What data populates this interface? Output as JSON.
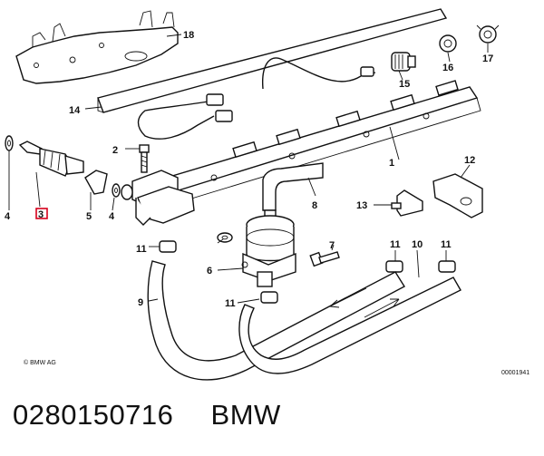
{
  "callouts": [
    "1",
    "2",
    "3",
    "4",
    "4",
    "5",
    "6",
    "7",
    "8",
    "9",
    "10",
    "11",
    "11",
    "11",
    "11",
    "12",
    "13",
    "14",
    "15",
    "16",
    "17",
    "18"
  ],
  "copyright": "© BMW AG",
  "drawing_number": "00001941",
  "caption": {
    "part_number": "0280150716",
    "brand": "BMW"
  },
  "colors": {
    "line": "#111111",
    "highlight": "#d6001c",
    "background": "#ffffff"
  }
}
